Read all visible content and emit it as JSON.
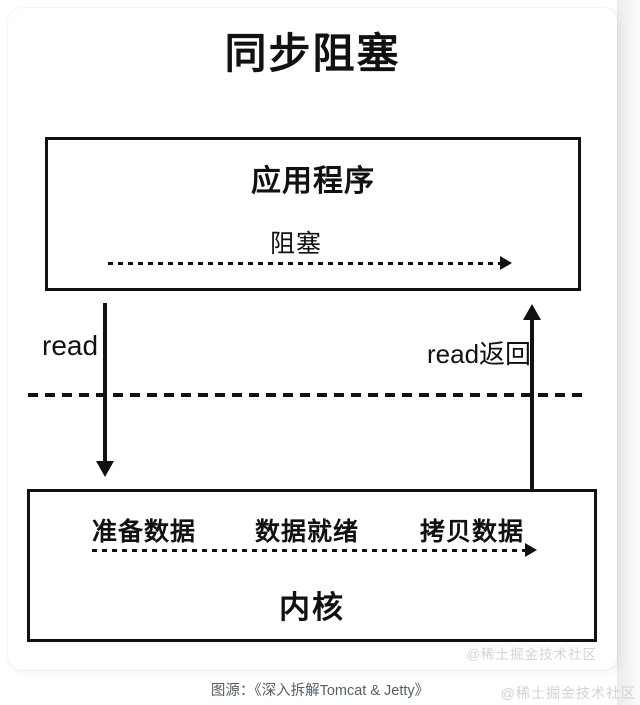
{
  "title": "同步阻塞",
  "app_box": {
    "label": "应用程序",
    "blocking_label": "阻塞"
  },
  "flow": {
    "read_label": "read",
    "read_return_label": "read返回"
  },
  "kernel_box": {
    "steps": [
      "准备数据",
      "数据就绪",
      "拷贝数据"
    ],
    "label": "内核"
  },
  "watermark_inner": "@稀土掘金技术社区",
  "caption": "图源：《深入拆解Tomcat & Jetty》",
  "watermark_bottom": "@稀土掘金技术社区",
  "colors": {
    "ink": "#111111",
    "caption_text": "#535f6b",
    "watermark": "#d6d3d3",
    "card_background": "#ffffff"
  }
}
